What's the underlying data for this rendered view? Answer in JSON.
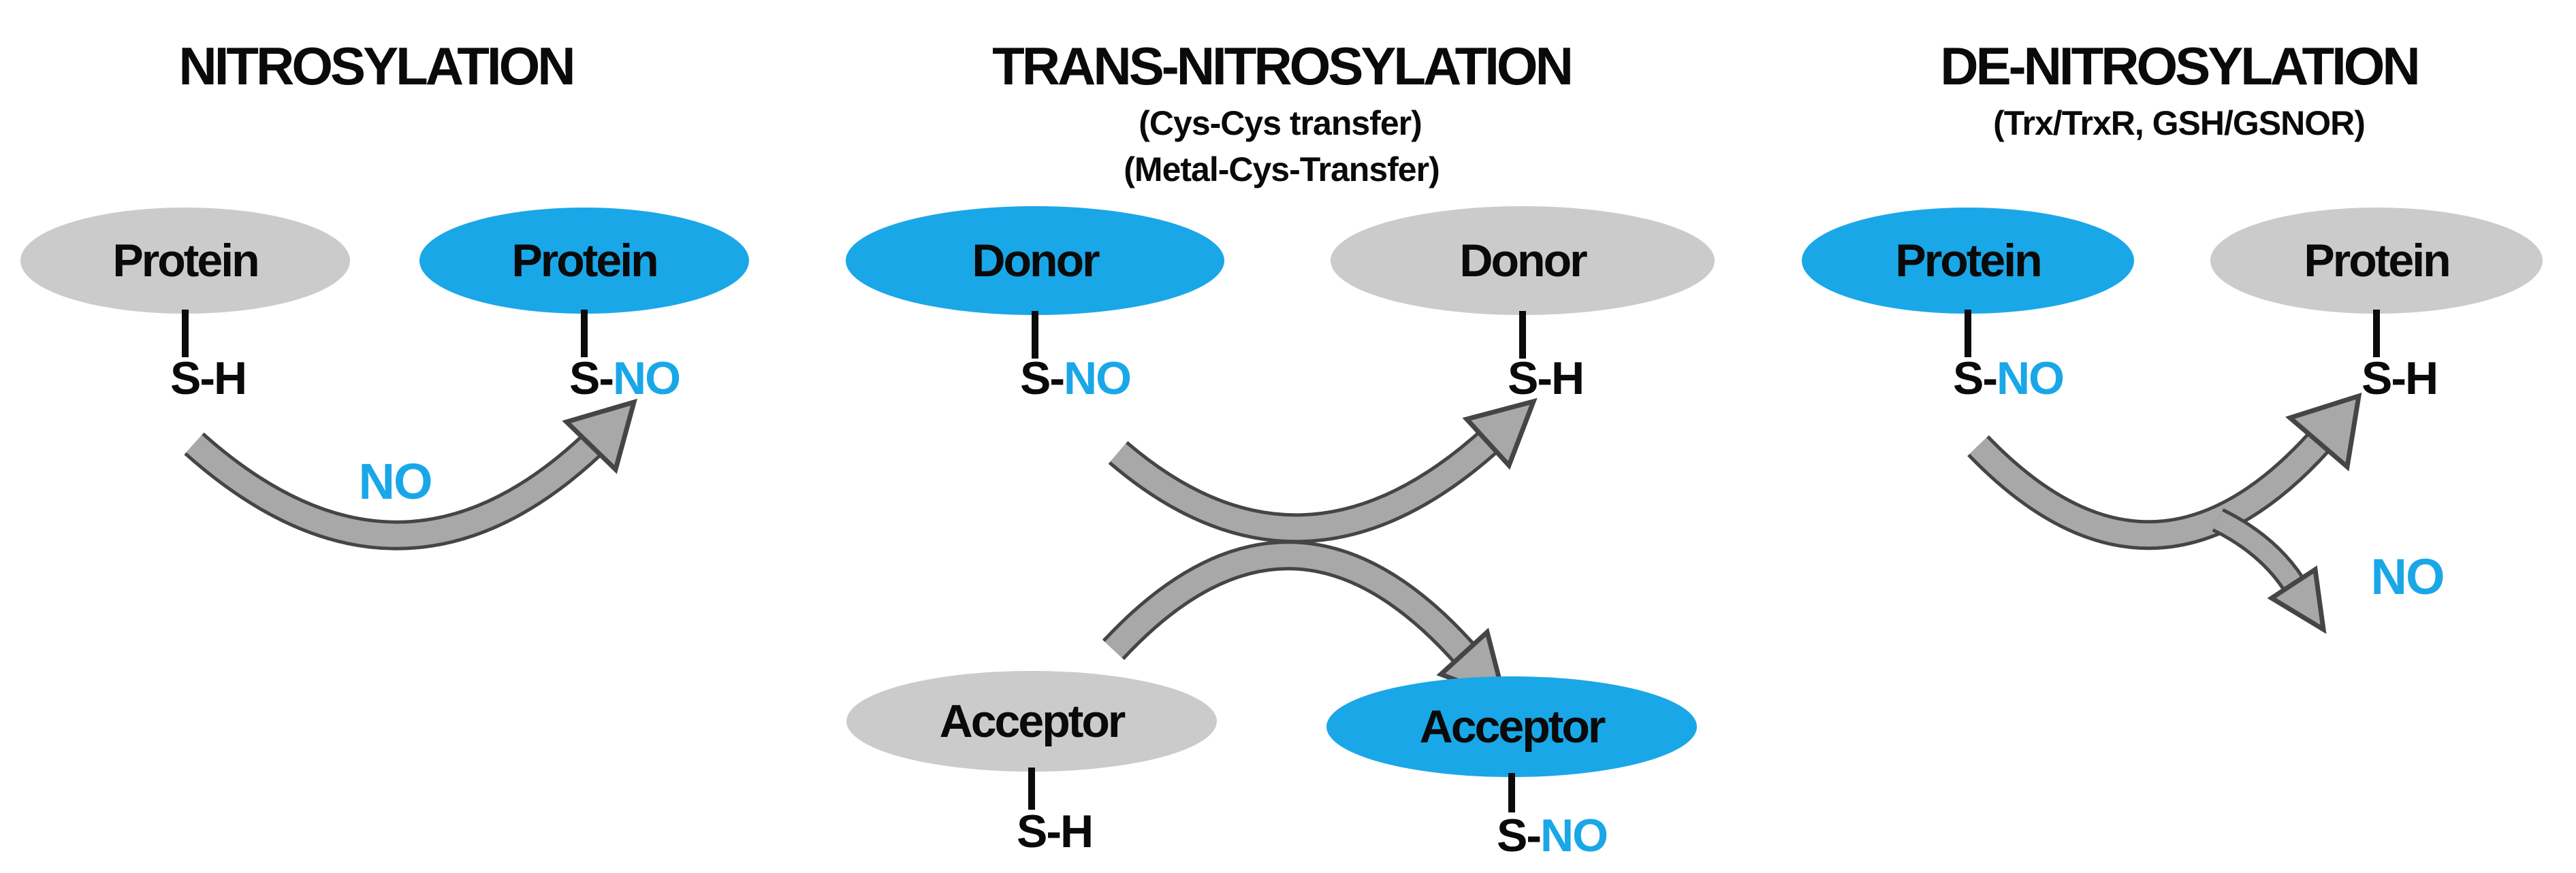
{
  "colors": {
    "blue": "#1aa7e8",
    "gray": "#cbcbcb",
    "arrow-fill": "#a8a8a8",
    "arrow-outline": "#454545",
    "ink": "#0a0a0a"
  },
  "panels": [
    {
      "title": "NITROSYLATION",
      "subtitles": [],
      "nodes": [
        {
          "label": "Protein",
          "state": "gray",
          "bond_black": "S-H",
          "bond_blue": ""
        },
        {
          "label": "Protein",
          "state": "blue",
          "bond_black": "S-",
          "bond_blue": "NO"
        }
      ],
      "arrow_label": "NO"
    },
    {
      "title": "TRANS-NITROSYLATION",
      "subtitles": [
        "(Cys-Cys transfer)",
        "(Metal-Cys-Transfer)"
      ],
      "nodes": [
        {
          "label": "Donor",
          "state": "blue",
          "bond_black": "S-",
          "bond_blue": "NO"
        },
        {
          "label": "Donor",
          "state": "gray",
          "bond_black": "S-H",
          "bond_blue": ""
        },
        {
          "label": "Acceptor",
          "state": "gray",
          "bond_black": "S-H",
          "bond_blue": ""
        },
        {
          "label": "Acceptor",
          "state": "blue",
          "bond_black": "S-",
          "bond_blue": "NO"
        }
      ],
      "arrow_label": ""
    },
    {
      "title": "DE-NITROSYLATION",
      "subtitles": [
        "(Trx/TrxR, GSH/GSNOR)"
      ],
      "nodes": [
        {
          "label": "Protein",
          "state": "blue",
          "bond_black": "S-",
          "bond_blue": "NO"
        },
        {
          "label": "Protein",
          "state": "gray",
          "bond_black": "S-H",
          "bond_blue": ""
        }
      ],
      "arrow_label": "NO"
    }
  ]
}
